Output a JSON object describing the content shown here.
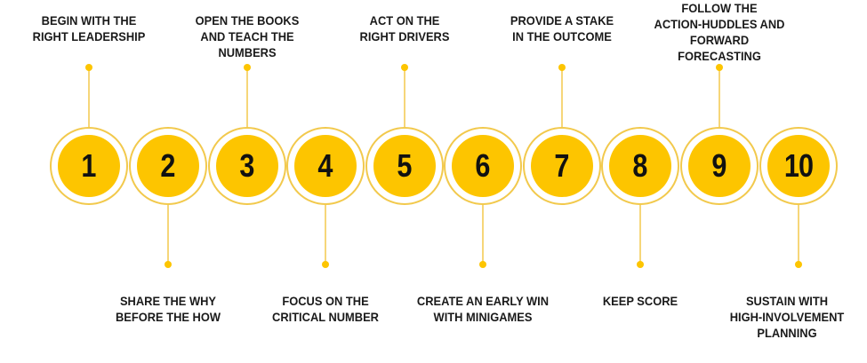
{
  "colors": {
    "accent": "#fdc500",
    "ring": "#f2c94c",
    "text": "#1a1a1a"
  },
  "steps": [
    {
      "number": "1",
      "label": "BEGIN WITH THE RIGHT LEADERSHIP",
      "position": "top"
    },
    {
      "number": "2",
      "label": "SHARE THE WHY BEFORE THE HOW",
      "position": "bottom"
    },
    {
      "number": "3",
      "label": "OPEN THE BOOKS AND TEACH THE NUMBERS",
      "position": "top"
    },
    {
      "number": "4",
      "label": "FOCUS ON THE CRITICAL NUMBER",
      "position": "bottom"
    },
    {
      "number": "5",
      "label": "ACT ON THE RIGHT DRIVERS",
      "position": "top"
    },
    {
      "number": "6",
      "label": "CREATE AN EARLY WIN WITH MINIGAMES",
      "position": "bottom"
    },
    {
      "number": "7",
      "label": "PROVIDE A STAKE IN THE OUTCOME",
      "position": "top"
    },
    {
      "number": "8",
      "label": "KEEP SCORE",
      "position": "bottom"
    },
    {
      "number": "9",
      "label": "FOLLOW THE ACTION-HUDDLES AND FORWARD FORECASTING",
      "position": "top"
    },
    {
      "number": "10",
      "label": "SUSTAIN WITH HIGH-INVOLVEMENT PLANNING",
      "position": "bottom"
    }
  ]
}
